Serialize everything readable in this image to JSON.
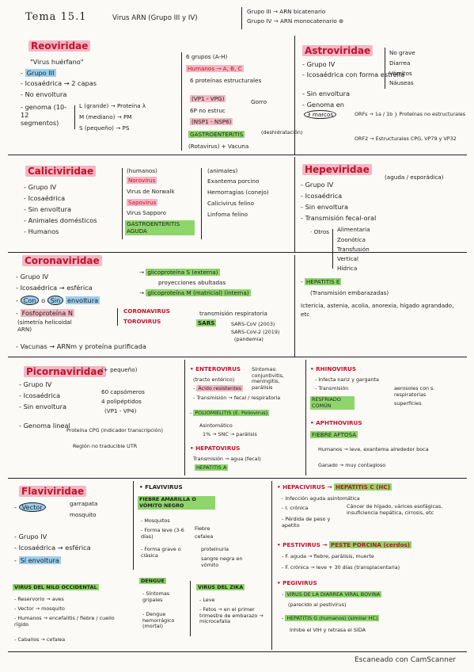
{
  "header": {
    "title": "Tema 15.1",
    "subtitle": "Virus ARN (Grupo III y IV)",
    "group3": "Grupo III → ARN bicatenario",
    "group4": "Grupo IV → ARN monocatenario ⊕"
  },
  "reoviridae": {
    "name": "Reoviridae",
    "lines": [
      "\"Virus huérfano\"",
      "Grupo III",
      "Icosaédrica → 2 capas",
      "No envoltura",
      "genoma (10-12 segmentos)"
    ],
    "genome_branches": [
      "L (grande) → Proteína λ",
      "M (mediano) → PM",
      "S (pequeño) → PS"
    ],
    "groups": [
      "6 grupos (A-H)",
      "Humanos → A, B, C"
    ],
    "proteins": [
      "6 proteínas estructurales",
      "(VP1 - VPG)",
      "6P no estruc",
      "(NSP1 - NSP6)"
    ],
    "bracket": "Gorro",
    "gastro": "GASTROENTERITIS",
    "gastro_note": "(deshidratación)",
    "vaccine": "(Rotavirus) + Vacuna"
  },
  "astroviridae": {
    "name": "Astroviridae",
    "lines": [
      "Grupo IV",
      "Icosaédrica con forma estrella",
      "Sin envoltura",
      "Genoma en"
    ],
    "marcos": "3 marcos",
    "orfs": [
      "ORFs → 1a / 1b } Proteínas no estructurales",
      "ORF2 → Estructurales CPG, VP79 y VP32"
    ],
    "clinical": [
      "No grave",
      "Diarrea",
      "Vómitos",
      "Náuseas"
    ]
  },
  "caliciviridae": {
    "name": "Caliciviridae",
    "lines": [
      "Grupo IV",
      "Icosaédrica",
      "Sin envoltura",
      "Animales domésticos",
      "Humanos"
    ],
    "humans_label": "(humanos)",
    "norovirus": "Norovirus",
    "norwalk": "Virus de Norwalk",
    "sapovirus": "Sapovirus",
    "sapporo": "Virus Sapporo",
    "gastro": "GASTROENTERITIS AGUDA",
    "animals_label": "(animales)",
    "animals": [
      "Exantema porcino",
      "Hemorragias (conejo)",
      "Calicivirus felino",
      "Linfoma felino"
    ]
  },
  "hepeviridae": {
    "name": "Hepeviridae",
    "note": "(aguda / esporádica)",
    "lines": [
      "Grupo IV",
      "Icosaédrica",
      "Sin envoltura",
      "Transmisión fecal-oral"
    ],
    "otros_label": "Otros",
    "otros": [
      "Alimentaria",
      "Zoonótica",
      "Transfusión",
      "Vertical",
      "Hídrica"
    ],
    "hepatitis": "HEPATITIS E",
    "hep_note": "(Transmisión embarazadas)",
    "symptoms": "Ictericia, astenia, acolia, anorexia, hígado agrandado, etc"
  },
  "coronaviridae": {
    "name": "Coronaviridae",
    "lines": [
      "Grupo IV",
      "Icosaédrica → esférica",
      "Fosfoproteína N",
      "(simetría helicoidal ARN)",
      "Vacunas → ARNm y proteína purificada"
    ],
    "envelope": [
      "Con",
      "Sin",
      "envoltura"
    ],
    "glyco": [
      "glicoproteína S (externa)",
      "proyecciones abultadas",
      "glicoproteína M (matricial) (interna)"
    ],
    "genera": [
      "CORONAVIRUS",
      "TOROVIRUS"
    ],
    "trans": "transmisión respiratoria",
    "sars": "SARS",
    "sars_list": [
      "SARS-CoV (2003)",
      "SARS-CoV-2 (2019)",
      "(pandemia)"
    ]
  },
  "picornaviridae": {
    "name": "Picornaviridae",
    "note": "(+ pequeño)",
    "lines": [
      "Grupo IV",
      "Icosaédrica",
      "Sin envoltura",
      "Genoma lineal"
    ],
    "capsid": [
      "60 capsómeros",
      "4 polipéptidos",
      "(VP1 - VP4)"
    ],
    "genome": [
      "Proteína CPG (indicador transcripción)",
      "Región no traducible UTR"
    ],
    "enterovirus": {
      "name": "ENTEROVIRUS",
      "lines": [
        "(tracto entérico)",
        "Ácido resistentes",
        "Transmisión → fecal / respiratoria"
      ],
      "symptoms": "Síntomas: conjuntivitis, meningitis, parálisis",
      "polio": "POLIOMIELITIS (E. Poliovirus)",
      "polio_lines": [
        "Asintomático",
        "1% → SNC → parálisis"
      ]
    },
    "hepatovirus": {
      "name": "HEPATOVIRUS",
      "trans": "Transmisión → agua (fecal)",
      "hepatitis": "HEPATITIS A"
    },
    "rhinovirus": {
      "name": "RHINOVIRUS",
      "lines": [
        "Infecta nariz y garganta",
        "Transmisión",
        "superficies"
      ],
      "trans_right": "aerosoles con s. respiratorias",
      "cold": "RESFRIADO COMÚN"
    },
    "aphthovirus": {
      "name": "APHTHOVIRUS",
      "fever": "FIEBRE AFTOSA",
      "lines": [
        "Humanos → leve, exantema alrededor boca",
        "Ganado → muy contagioso"
      ]
    }
  },
  "flaviviridae": {
    "name": "Flaviviridae",
    "vector": "Vector",
    "vectors": [
      "garrapata",
      "mosquito"
    ],
    "lines": [
      "Grupo IV",
      "Icosaédrica → esférica",
      "Sí envoltura"
    ],
    "flavivirus": {
      "name": "FLAVIVIRUS",
      "fever": "FIEBRE AMARILLA O VÓMITO NEGRO",
      "lines": [
        "Mosquitos",
        "Forma leve (3-6 días)",
        "Forma grave o clásica"
      ],
      "leve": [
        "Fiebre",
        "cefalea"
      ],
      "grave": [
        "proteinuria",
        "sangre negra en vómito"
      ]
    },
    "nilo": {
      "name": "VIRUS DEL NILO OCCIDENTAL",
      "lines": [
        "Reservorio → aves",
        "Vector → mosquito",
        "Humanos → encefalitis / fiebre / cuello rígido",
        "Caballos → cefalea"
      ]
    },
    "dengue": {
      "name": "DENGUE",
      "lines": [
        "Síntomas gripales",
        "Dengue hemorrágico (mortal)"
      ]
    },
    "zika": {
      "name": "VIRUS DEL ZIKA",
      "lines": [
        "Leve",
        "Fetos → en el primer trimestre de embarazo → microcefalia"
      ]
    },
    "hepacivirus": {
      "name": "HEPACIVIRUS",
      "hep": "HEPATITIS C (HC)",
      "lines": [
        "Infección aguda asintomática",
        "Pérdida de peso y apetito"
      ],
      "cronica_label": "I. crónica",
      "cronica": "Cáncer de hígado, várices esofágicas, insuficiencia hepática, cirrosis, etc"
    },
    "pestivirus": {
      "name": "PESTIVIRUS",
      "peste": "PESTE PORCINA (cerdos)",
      "lines": [
        "F. aguda → fiebre, parálisis, muerte",
        "F. crónica → leve + 30 días (transplacentaria)"
      ]
    },
    "pegivirus": {
      "name": "PEGIVIRUS",
      "diarrea": "VIRUS DE LA DIARREA VIRAL BOVINA",
      "diarrea_note": "(parecido al pestivirus)",
      "hepg": "HEPATITIS G (humanos) (similar HC)",
      "hepg_note": "Inhibe el VIH y retrasa el SIDA"
    }
  },
  "footer": "Escaneado con CamScanner"
}
